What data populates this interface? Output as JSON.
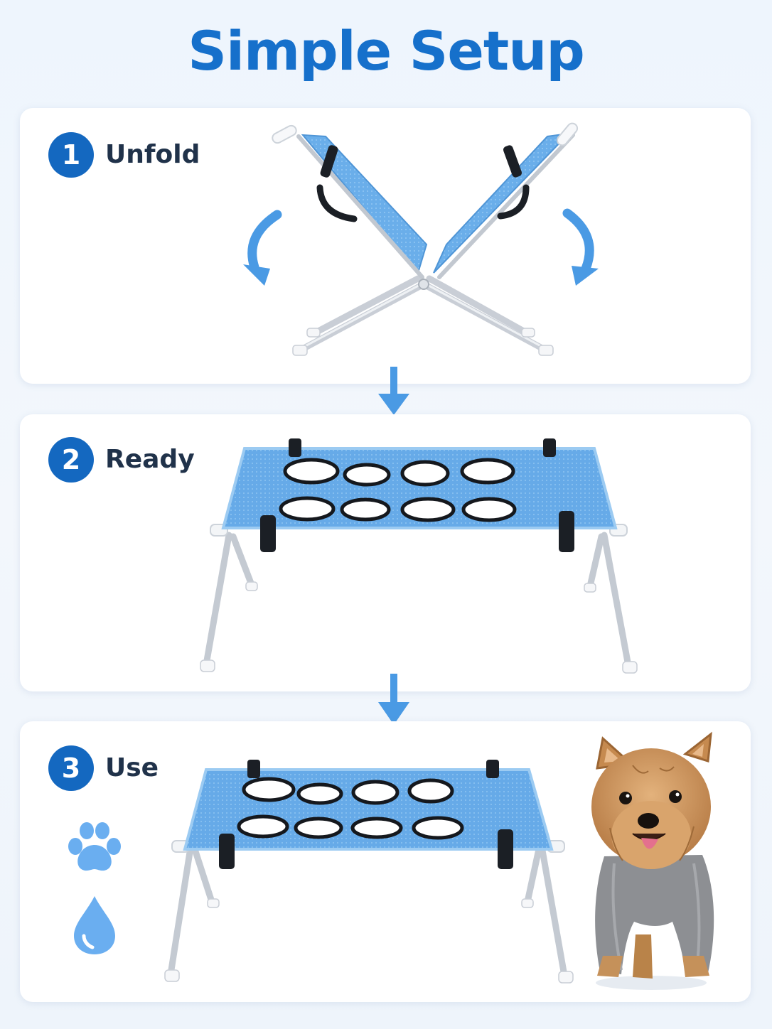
{
  "title": "Simple Setup",
  "steps": [
    {
      "number": "1",
      "label": "Unfold",
      "illustration": "folded-bed-with-unfold-arrows"
    },
    {
      "number": "2",
      "label": "Ready",
      "illustration": "unfolded-bed"
    },
    {
      "number": "3",
      "label": "Use",
      "illustration": "bed-with-dog",
      "side_icons": [
        "paw-icon",
        "water-drop-icon"
      ]
    }
  ],
  "colors": {
    "title": "#1670cb",
    "step_badge": "#1468c0",
    "arrow": "#4a9ae4",
    "mesh": "#6fb0ec",
    "icon": "#6aaef0"
  },
  "flow_arrow_icon": "down-arrow-icon"
}
